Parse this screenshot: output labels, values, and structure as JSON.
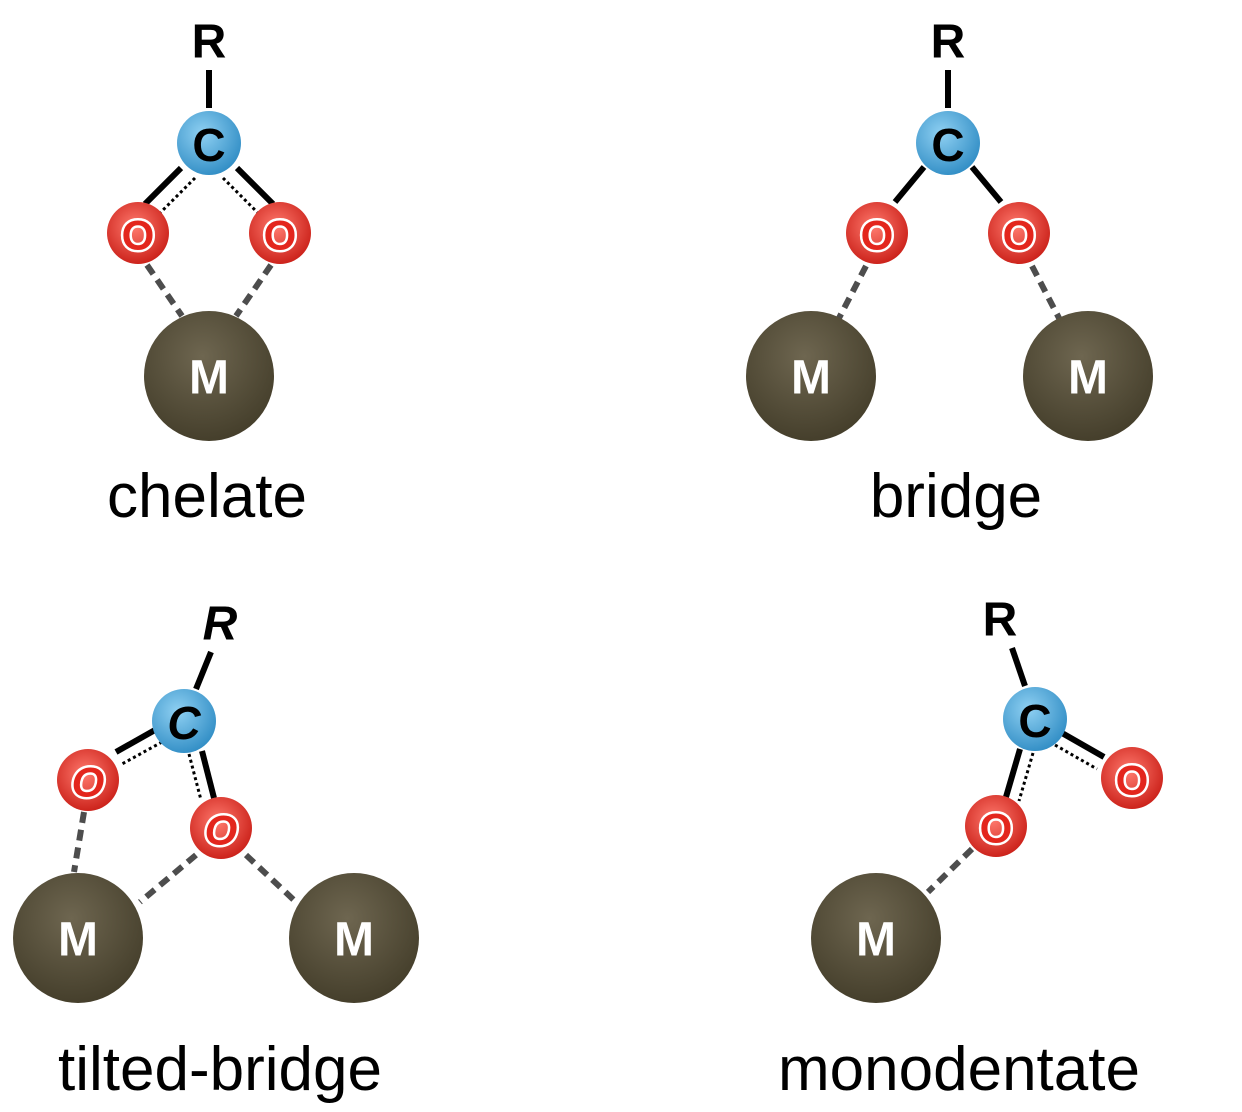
{
  "colors": {
    "carbon": "#4aa6d8",
    "oxygen": "#e3261d",
    "metal": "#4e4632",
    "coord_bond": "#4d4d4d",
    "bond": "#000000",
    "background": "#ffffff"
  },
  "atom_labels": {
    "R": "R",
    "C": "C",
    "O": "O",
    "M": "M"
  },
  "panels": [
    {
      "id": "chelate",
      "caption": "chelate",
      "metal_count": 1,
      "italic": false
    },
    {
      "id": "bridge",
      "caption": "bridge",
      "metal_count": 2,
      "italic": false
    },
    {
      "id": "tilted-bridge",
      "caption": "tilted-bridge",
      "metal_count": 2,
      "italic": true
    },
    {
      "id": "monodentate",
      "caption": "monodentate",
      "metal_count": 1,
      "italic": false
    }
  ]
}
